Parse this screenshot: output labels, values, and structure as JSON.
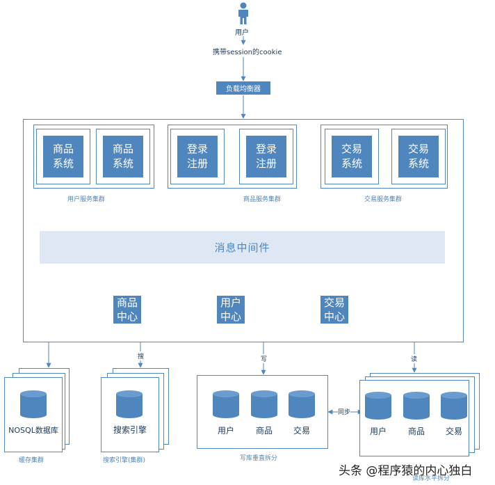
{
  "user": {
    "icon": "user-icon",
    "label": "用户"
  },
  "session_label": "携带session的cookie",
  "load_balancer": "负载均衡器",
  "clusters": [
    {
      "name": "用户服务集群",
      "services": [
        "商品\n系统",
        "商品\n系统"
      ]
    },
    {
      "name": "商品服务集群",
      "services": [
        "登录\n注册",
        "登录\n注册"
      ]
    },
    {
      "name": "交易服务集群",
      "services": [
        "交易\n系统",
        "交易\n系统"
      ]
    }
  ],
  "message_middleware": "消息中间件",
  "centers": [
    "商品\n中心",
    "用户\n中心",
    "交易\n中心"
  ],
  "edge_labels": {
    "search": "搜",
    "write": "写",
    "read": "读",
    "sync": "同步"
  },
  "storage": {
    "nosql": {
      "db_label": "NOSQL数据库",
      "caption": "缓存集群"
    },
    "search": {
      "db_label": "搜索引擎",
      "caption": "搜索引擎(集群)"
    },
    "write_db": {
      "tables": [
        "用户",
        "商品",
        "交易"
      ],
      "caption": "写库垂直拆分"
    },
    "read_db": {
      "tables": [
        "用户",
        "商品",
        "交易"
      ],
      "caption": "读库水平拆分"
    }
  },
  "watermark": "头条 @程序猿的内心独白",
  "colors": {
    "primary": "#4f86bd",
    "light": "#dde8f4"
  }
}
